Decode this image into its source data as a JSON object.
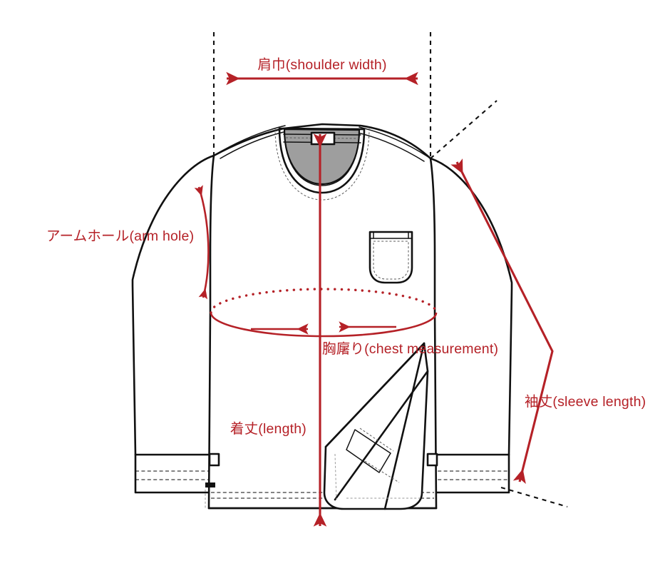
{
  "diagram": {
    "title": "Garment measurement guide",
    "type": "apparel-measurement-diagram",
    "garment": "long-sleeve crew-neck pullover with chest patch pocket",
    "background_color": "#ffffff",
    "accent_color": "#b52127",
    "outline_color": "#111111",
    "neck_fill_color": "#9e9e9e"
  },
  "measurements": {
    "shoulder_width": {
      "label": "肩巾(shoulder width)",
      "japanese": "肩巾",
      "english": "shoulder width",
      "arrow": "double-headed-horizontal",
      "position": "top"
    },
    "arm_hole": {
      "label": "アームホール(arm hole)",
      "japanese": "アームホール",
      "english": "arm hole",
      "arrow": "double-headed-curved-vertical",
      "position": "left"
    },
    "chest_measurement": {
      "label": "胸廜り(chest measurement)",
      "japanese": "胸廜り",
      "english": "chest measurement",
      "arrow": "ellipse-with-inward-arrowheads",
      "position": "center"
    },
    "length": {
      "label": "着丈(length)",
      "japanese": "着丈",
      "english": "length",
      "arrow": "double-headed-vertical",
      "position": "center"
    },
    "sleeve_length": {
      "label": "袖丈(sleeve length)",
      "japanese": "袖丈",
      "english": "sleeve length",
      "arrow": "double-headed-diagonal",
      "position": "right"
    }
  }
}
